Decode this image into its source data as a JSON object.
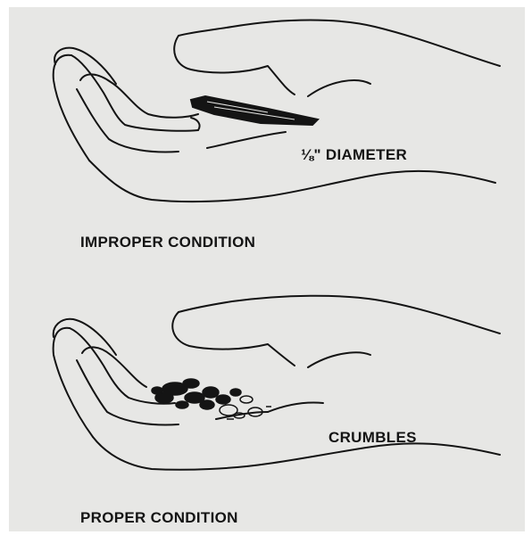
{
  "figures": [
    {
      "caption": "IMPROPER CONDITION",
      "annotation": "⅛\" DIAMETER",
      "icon": "hand-holding-rolled-soil-thread-icon"
    },
    {
      "caption": "PROPER CONDITION",
      "annotation": "CRUMBLES",
      "icon": "hand-holding-crumbled-soil-icon"
    }
  ],
  "colors": {
    "background": "#e7e7e5",
    "ink": "#141414"
  }
}
